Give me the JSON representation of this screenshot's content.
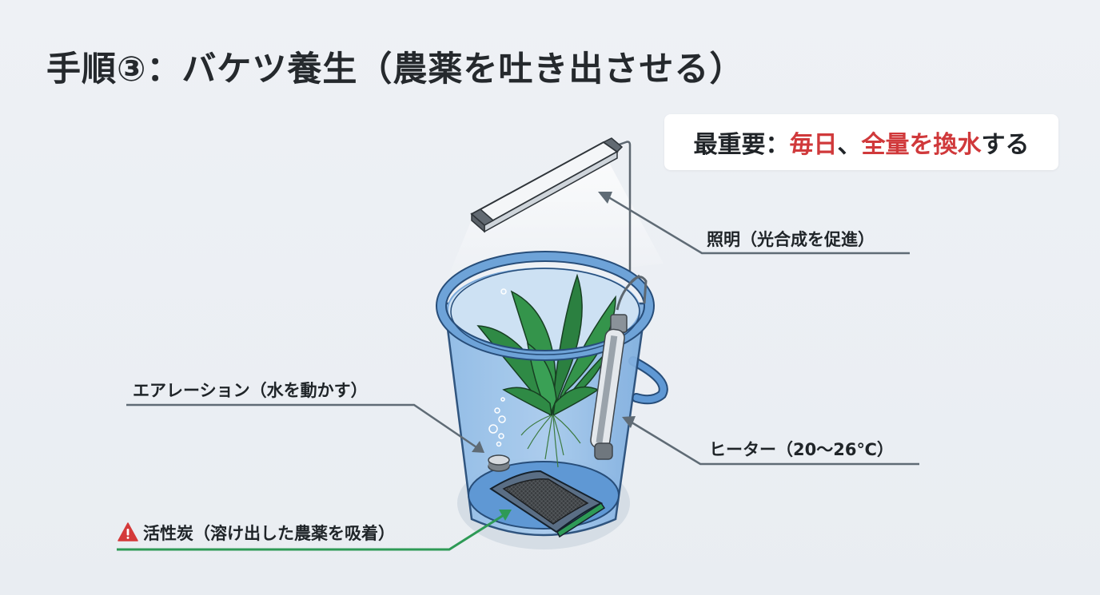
{
  "title": "手順③：バケツ養生（農薬を吐き出させる）",
  "callout": {
    "prefix": "最重要：",
    "highlight1": "毎日",
    "sep": "、",
    "highlight2": "全量を換水",
    "suffix": "する",
    "highlight_color": "#d0393b"
  },
  "labels": {
    "lighting": "照明（光合成を促進）",
    "aeration": "エアレーション（水を動かす）",
    "heater": "ヒーター（20〜26℃）",
    "charcoal": "活性炭（溶け出した農薬を吸着）"
  },
  "icons": {
    "warning": "warning-triangle-icon"
  },
  "colors": {
    "background": "#eceff3",
    "leader_line": "#5f6b75",
    "charcoal_line": "#2e9a56",
    "bucket": "#6ea3d8",
    "plant": "#2f8a45"
  }
}
